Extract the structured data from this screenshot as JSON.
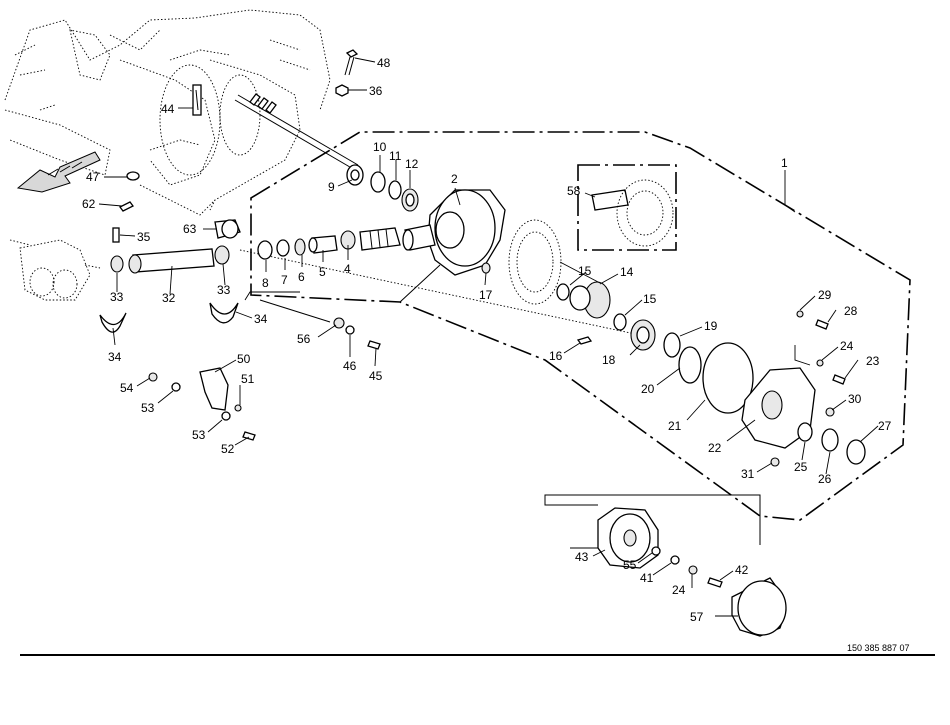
{
  "diagram": {
    "callouts": [
      "1",
      "2",
      "4",
      "5",
      "6",
      "7",
      "8",
      "9",
      "10",
      "11",
      "12",
      "14",
      "15",
      "15",
      "16",
      "17",
      "18",
      "19",
      "20",
      "21",
      "22",
      "23",
      "24",
      "24",
      "25",
      "26",
      "27",
      "28",
      "29",
      "30",
      "31",
      "32",
      "33",
      "33",
      "34",
      "34",
      "35",
      "36",
      "41",
      "42",
      "43",
      "44",
      "45",
      "46",
      "47",
      "48",
      "50",
      "51",
      "52",
      "53",
      "53",
      "54",
      "55",
      "56",
      "57",
      "58",
      "62",
      "63"
    ],
    "document_number": "150 385 887 07"
  }
}
